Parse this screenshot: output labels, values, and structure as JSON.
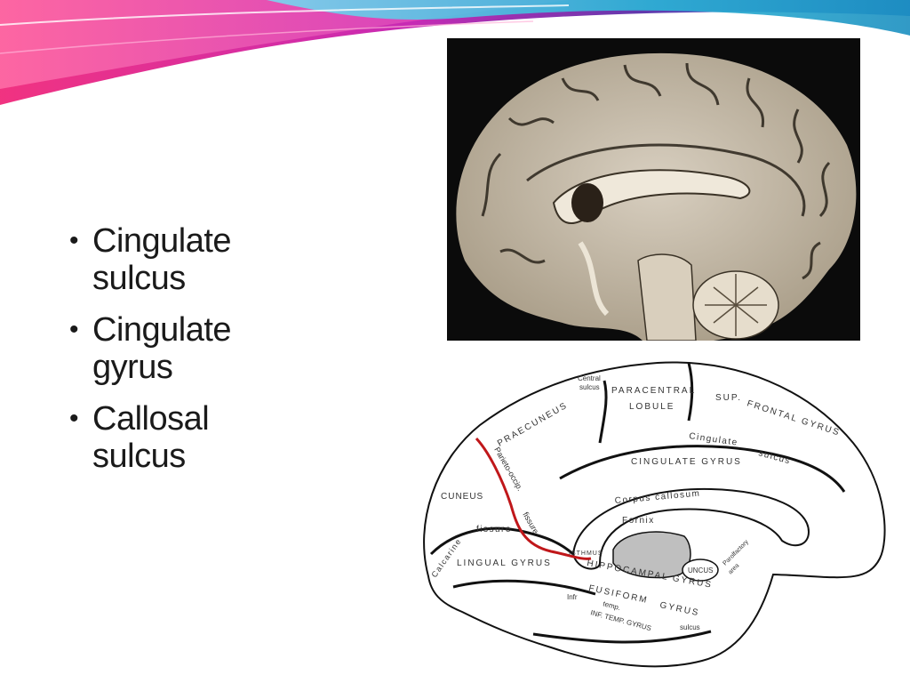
{
  "slide": {
    "bullets": [
      {
        "text": "Cingulate sulcus"
      },
      {
        "text": "Cingulate gyrus"
      },
      {
        "text": "Callosal sulcus"
      }
    ]
  },
  "diagram": {
    "labels": {
      "central_sulcus_1": "Central",
      "central_sulcus_2": "sulcus",
      "paracentral": "PARACENTRAL",
      "lobule": "LOBULE",
      "praecuneus": "PRAECUNEUS",
      "sup": "SUP.",
      "frontal_gyrus": "FRONTAL GYRUS",
      "cingulate": "Cingulate",
      "sulcus": "sulcus",
      "cingulate_gyrus": "CINGULATE GYRUS",
      "parieto_occip": "Parieto-occip.",
      "fissure": "fissure",
      "corpus_callosum": "Corpus callosum",
      "fornix": "Fornix",
      "cuneus": "CUNEUS",
      "calcarine": "Calcarine",
      "calcarine_fissure": "fissure",
      "isthmus": "ISTHMUS",
      "lingual_gyrus": "LINGUAL GYRUS",
      "hippocampal_gyrus": "HIPPOCAMPAL GYRUS",
      "uncus": "UNCUS",
      "parolfactory": "Parolfactory",
      "area": "area",
      "fusiform": "FUSIFORM",
      "gyrus": "GYRUS",
      "infr": "Infr",
      "temp": "temp.",
      "inf_temp_gyrus": "INF. TEMP. GYRUS",
      "temp_sulcus": "sulcus"
    }
  },
  "colors": {
    "parieto_occipital_line": "#c0171a",
    "banner_magenta": "#e0208c",
    "banner_cyan": "#2ab5d6"
  }
}
